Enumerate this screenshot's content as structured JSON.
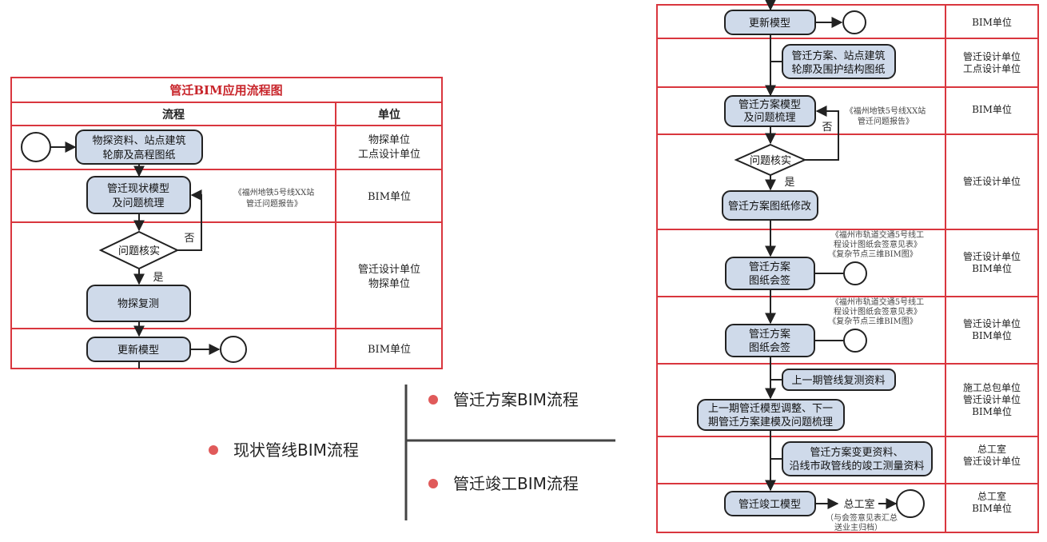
{
  "left": {
    "title": "管迁BIM应用流程图",
    "col_process": "流程",
    "col_unit": "单位",
    "box_survey": [
      "物探资料、站点建筑",
      "轮廓及高程图纸"
    ],
    "unit_row1": [
      "物探单位",
      "工点设计单位"
    ],
    "box_current_model": [
      "管迁现状模型",
      "及问题梳理"
    ],
    "note_report": [
      "《福州地铁5号线XX站",
      "管迁问题报告》"
    ],
    "unit_row2": "BIM单位",
    "diamond_check": "问题核实",
    "label_no": "否",
    "label_yes": "是",
    "box_resurvey": "物探复测",
    "unit_row3": [
      "管迁设计单位",
      "物探单位"
    ],
    "box_update": "更新模型",
    "unit_row4": "BIM单位"
  },
  "middle": {
    "item_current": "现状管线BIM流程",
    "item_scheme": "管迁方案BIM流程",
    "item_completion": "管迁竣工BIM流程"
  },
  "right": {
    "box_update": "更新模型",
    "unit_r1": "BIM单位",
    "box_scheme_drawings": [
      "管迁方案、站点建筑",
      "轮廓及围护结构图纸"
    ],
    "unit_r2": [
      "管迁设计单位",
      "工点设计单位"
    ],
    "box_scheme_model": [
      "管迁方案模型",
      "及问题梳理"
    ],
    "note_report": [
      "《福州地铁5号线XX站",
      "管迁问题报告》"
    ],
    "unit_r3": "BIM单位",
    "label_no": "否",
    "diamond_check": "问题核实",
    "label_yes": "是",
    "box_revise": "管迁方案图纸修改",
    "unit_r4": "管迁设计单位",
    "note_sign1": [
      "《福州市轨道交通5号线工",
      "程设计图纸会签意见表》",
      "《复杂节点三维BIM图》"
    ],
    "box_sign1": [
      "管迁方案",
      "图纸会签"
    ],
    "unit_r5": [
      "管迁设计单位",
      "BIM单位"
    ],
    "note_sign2": [
      "《福州市轨道交通5号线工",
      "程设计图纸会签意见表》",
      "《复杂节点三维BIM图》"
    ],
    "box_sign2": [
      "管迁方案",
      "图纸会签"
    ],
    "unit_r6": [
      "管迁设计单位",
      "BIM单位"
    ],
    "box_prev_resurvey": "上一期管线复测资料",
    "box_adjust": [
      "上一期管迁模型调整、下一",
      "期管迁方案建模及问题梳理"
    ],
    "unit_r7": [
      "施工总包单位",
      "管迁设计单位",
      "BIM单位"
    ],
    "box_change": [
      "管迁方案变更资料、",
      "沿线市政管线的竣工测量资料"
    ],
    "unit_r8": [
      "总工室",
      "管迁设计单位"
    ],
    "box_completion": "管迁竣工模型",
    "label_office": "总工室",
    "note_archive": [
      "（与会签意见表汇总",
      "送业主归档）"
    ],
    "unit_r9": [
      "总工室",
      "BIM单位"
    ]
  },
  "colors": {
    "table_border": "#d9363e",
    "box_fill": "#cfdaea",
    "bullet": "#e05a5a",
    "line": "#222222"
  }
}
